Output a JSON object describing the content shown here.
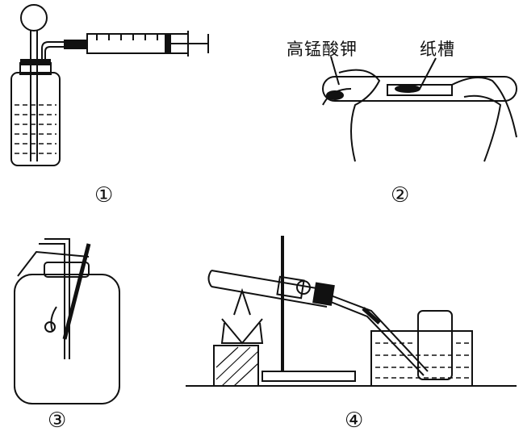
{
  "panels": [
    {
      "number": "①"
    },
    {
      "number": "②",
      "labels": {
        "reagent": "高锰酸钾",
        "paper_trough": "纸槽"
      }
    },
    {
      "number": "③"
    },
    {
      "number": "④"
    }
  ]
}
